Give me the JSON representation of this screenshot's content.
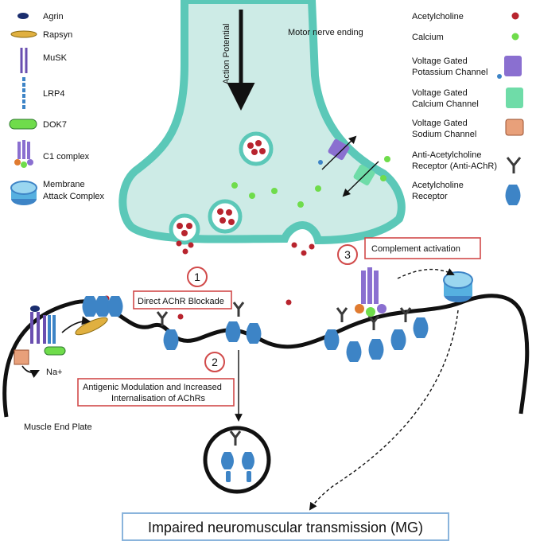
{
  "legend_left": [
    {
      "label": "Agrin",
      "icon": "agrin-icon"
    },
    {
      "label": "Rapsyn",
      "icon": "rapsyn-icon"
    },
    {
      "label": "MuSK",
      "icon": "musk-icon"
    },
    {
      "label": "LRP4",
      "icon": "lrp4-icon"
    },
    {
      "label": "DOK7",
      "icon": "dok7-icon"
    },
    {
      "label": "C1 complex",
      "icon": "c1-complex-icon"
    },
    {
      "label_lines": [
        "Membrane",
        "Attack Complex"
      ],
      "icon": "membrane-attack-complex-icon"
    }
  ],
  "legend_right": [
    {
      "label_lines": [
        "Acetylcholine"
      ],
      "icon": "acetylcholine-icon"
    },
    {
      "label_lines": [
        "Calcium"
      ],
      "icon": "calcium-icon"
    },
    {
      "label_lines": [
        "Voltage Gated",
        "Potassium Channel"
      ],
      "icon": "potassium-channel-icon"
    },
    {
      "label_lines": [
        "Voltage Gated",
        "Calcium Channel"
      ],
      "icon": "calcium-channel-icon"
    },
    {
      "label_lines": [
        "Voltage Gated",
        "Sodium  Channel"
      ],
      "icon": "sodium-channel-icon"
    },
    {
      "label_lines": [
        "Anti-Acetylcholine",
        "Receptor (Anti-AChR)"
      ],
      "icon": "anti-achr-antibody-icon"
    },
    {
      "label_lines": [
        "Acetylcholine",
        "Receptor"
      ],
      "icon": "achr-receptor-icon"
    }
  ],
  "labels": {
    "action_potential": "Action Potential",
    "motor_nerve_ending": "Motor nerve ending",
    "muscle_end_plate": "Muscle End Plate",
    "na_plus": "Na+"
  },
  "mechanisms": [
    {
      "number": "1",
      "label_lines": [
        "Direct AChR Blockade"
      ]
    },
    {
      "number": "2",
      "label_lines": [
        "Antigenic Modulation and Increased",
        "Internalisation of AChRs"
      ]
    },
    {
      "number": "3",
      "label_lines": [
        "Complement activation"
      ]
    }
  ],
  "outcome": "Impaired neuromuscular transmission (MG)",
  "colors": {
    "nerve_fill": "#cdebe6",
    "nerve_stroke": "#5bc8b8",
    "acetylcholine": "#b8242e",
    "calcium": "#6fdc4b",
    "receptor": "#3d84c6",
    "antibody": "#3a3a3a",
    "box_border": "#d14a4a",
    "outcome_border": "#8ab4dc"
  }
}
